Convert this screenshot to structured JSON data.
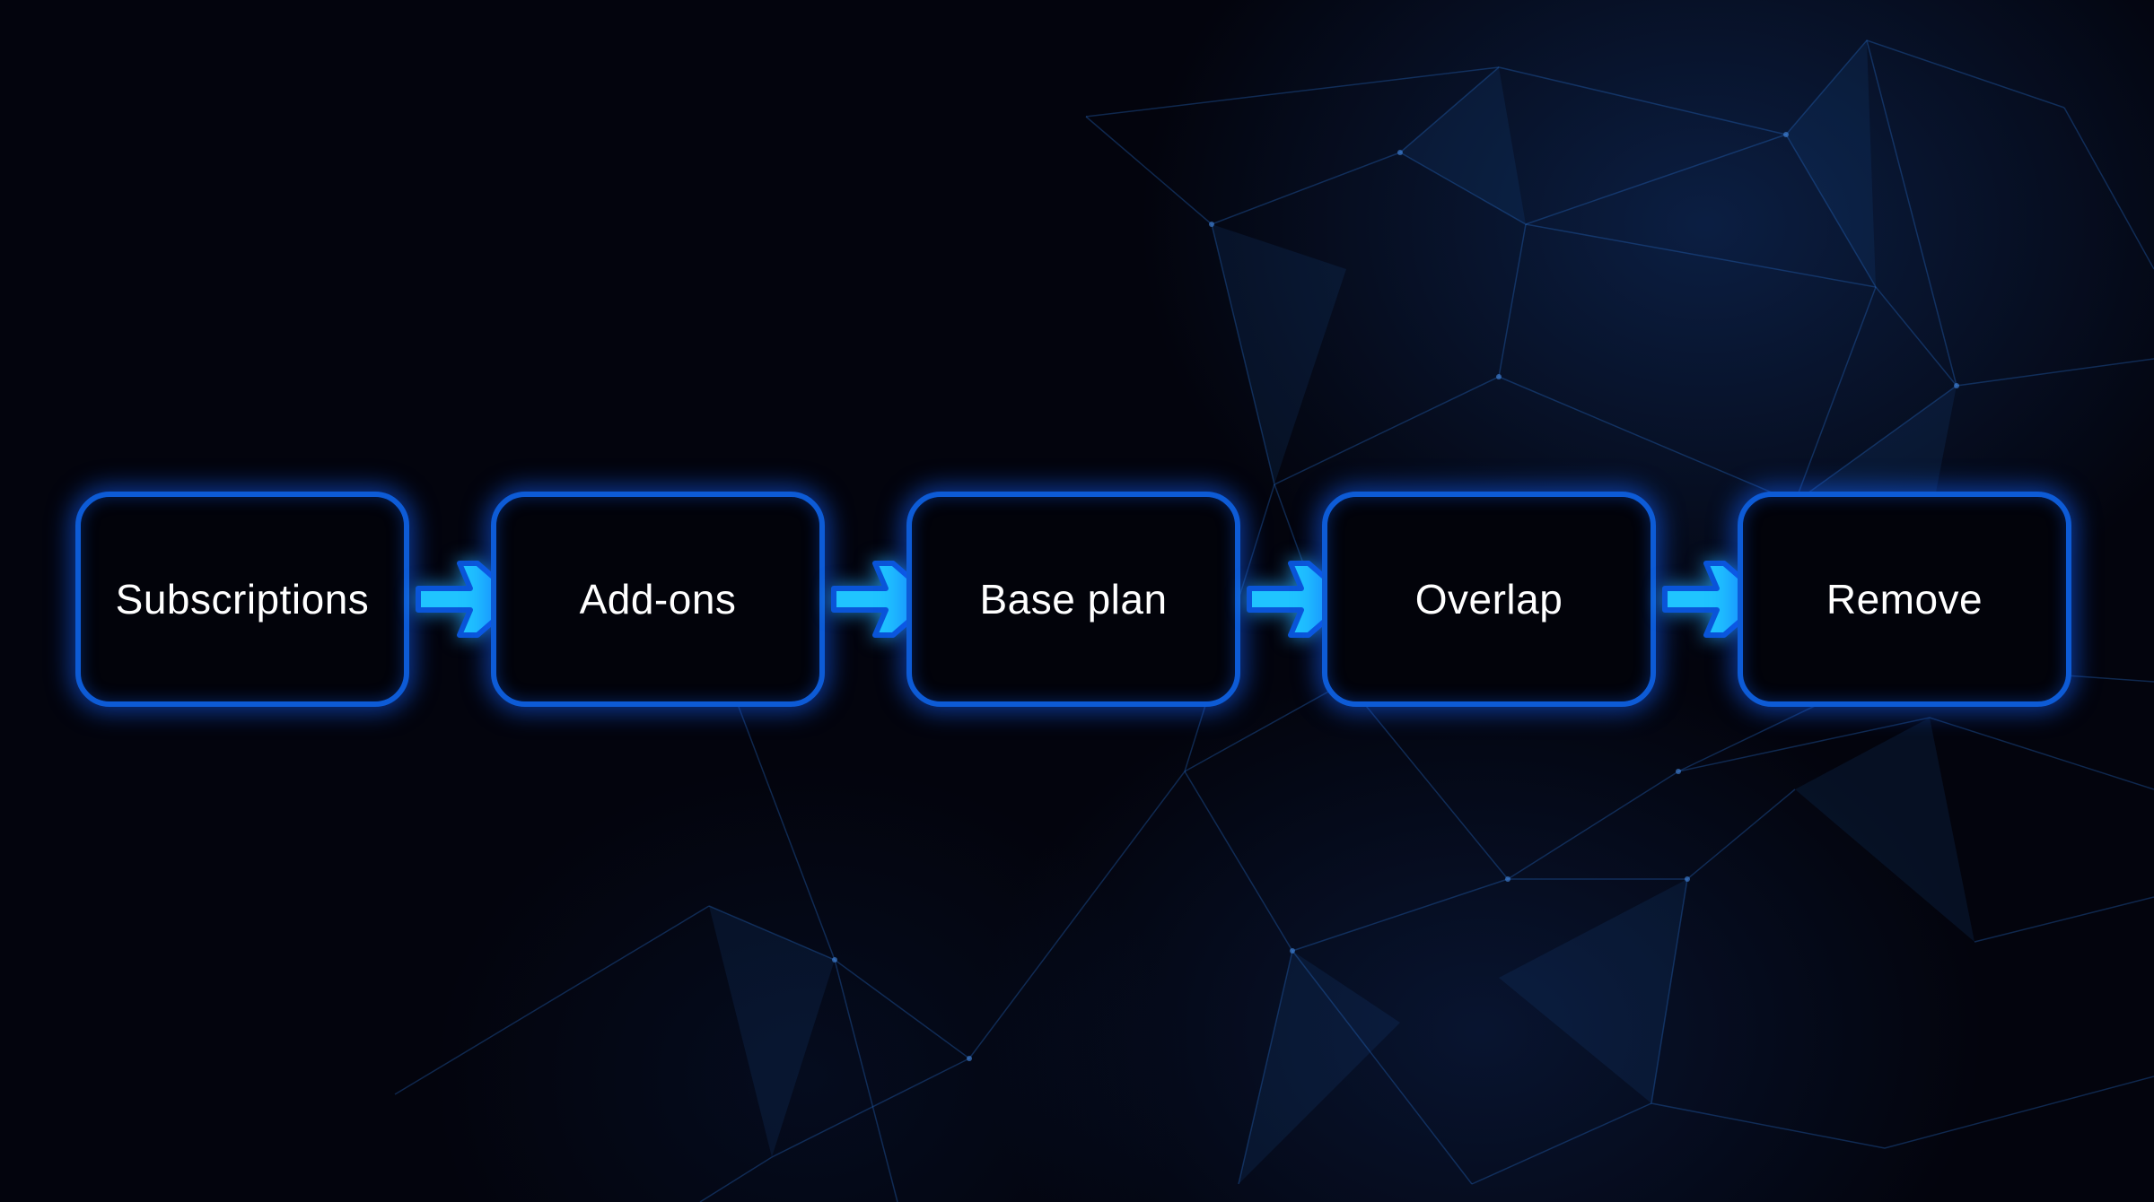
{
  "colors": {
    "background": "#03040d",
    "box_border": "#0d5bd6",
    "box_glow": "#1260ff",
    "arrow_fill": "#20c4ff",
    "arrow_outline": "#0a55d8",
    "label_text": "#ffffff",
    "network_lines": "#1e5aa8"
  },
  "steps": [
    {
      "label": "Subscriptions"
    },
    {
      "label": "Add-ons"
    },
    {
      "label": "Base plan"
    },
    {
      "label": "Overlap"
    },
    {
      "label": "Remove"
    }
  ],
  "connectors": [
    {
      "from": "Subscriptions",
      "to": "Add-ons",
      "icon": "right-arrow-icon"
    },
    {
      "from": "Add-ons",
      "to": "Base plan",
      "icon": "right-arrow-icon"
    },
    {
      "from": "Base plan",
      "to": "Overlap",
      "icon": "right-arrow-icon"
    },
    {
      "from": "Overlap",
      "to": "Remove",
      "icon": "right-arrow-icon"
    }
  ],
  "background_decoration": "network-mesh"
}
